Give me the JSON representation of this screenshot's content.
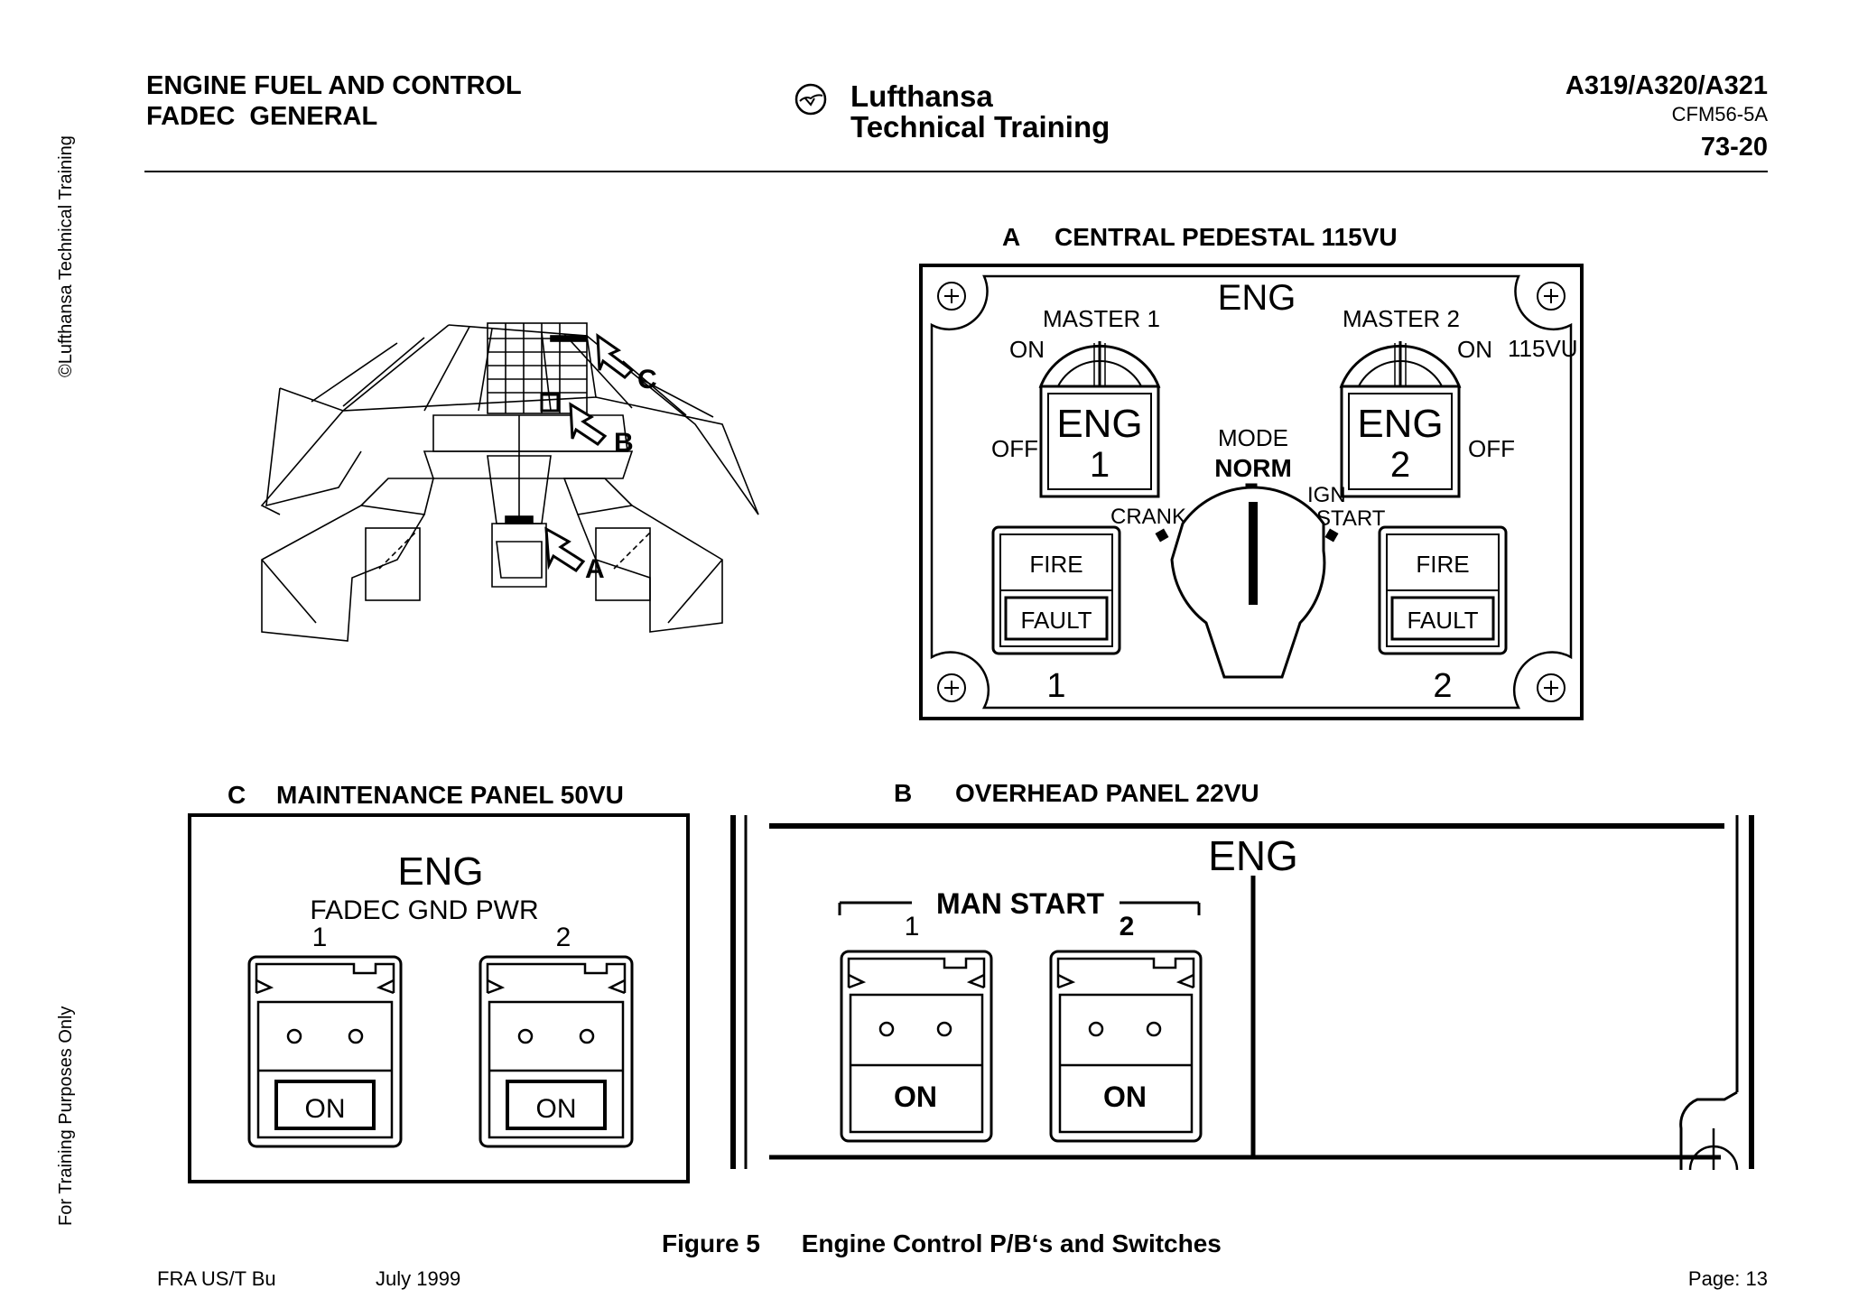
{
  "header": {
    "title_line1": "ENGINE FUEL AND CONTROL",
    "title_line2": "FADEC  GENERAL",
    "brand_line1": "Lufthansa",
    "brand_line2": "Technical Training",
    "aircraft": "A319/A320/A321",
    "engine": "CFM56-5A",
    "chapter": "73-20"
  },
  "side": {
    "copyright": "©Lufthansa Technical Training",
    "notice": "For Training Purposes Only"
  },
  "overview": {
    "arrow_a": "A",
    "arrow_b": "B",
    "arrow_c": "C"
  },
  "pedestal": {
    "letter": "A",
    "title": "CENTRAL PEDESTAL 115VU",
    "eng": "ENG",
    "vu": "115VU",
    "master1": "MASTER 1",
    "master2": "MASTER 2",
    "on": "ON",
    "off": "OFF",
    "eng_label": "ENG",
    "num1": "1",
    "num2": "2",
    "mode": "MODE",
    "norm": "NORM",
    "crank": "CRANK",
    "ign": "IGN",
    "start": "START",
    "fire": "FIRE",
    "fault": "FAULT",
    "bottom1": "1",
    "bottom2": "2"
  },
  "maintenance": {
    "letter": "C",
    "title": "MAINTENANCE PANEL 50VU",
    "eng": "ENG",
    "sub": "FADEC GND PWR",
    "num1": "1",
    "num2": "2",
    "on": "ON"
  },
  "overhead": {
    "letter": "B",
    "title": "OVERHEAD PANEL 22VU",
    "eng": "ENG",
    "man_start": "MAN START",
    "num1": "1",
    "num2": "2",
    "on": "ON"
  },
  "footer": {
    "figure_label": "Figure 5",
    "figure_title": "Engine Control P/B‘s and Switches",
    "org": "FRA US/T Bu",
    "date": "July 1999",
    "page": "Page: 13"
  }
}
